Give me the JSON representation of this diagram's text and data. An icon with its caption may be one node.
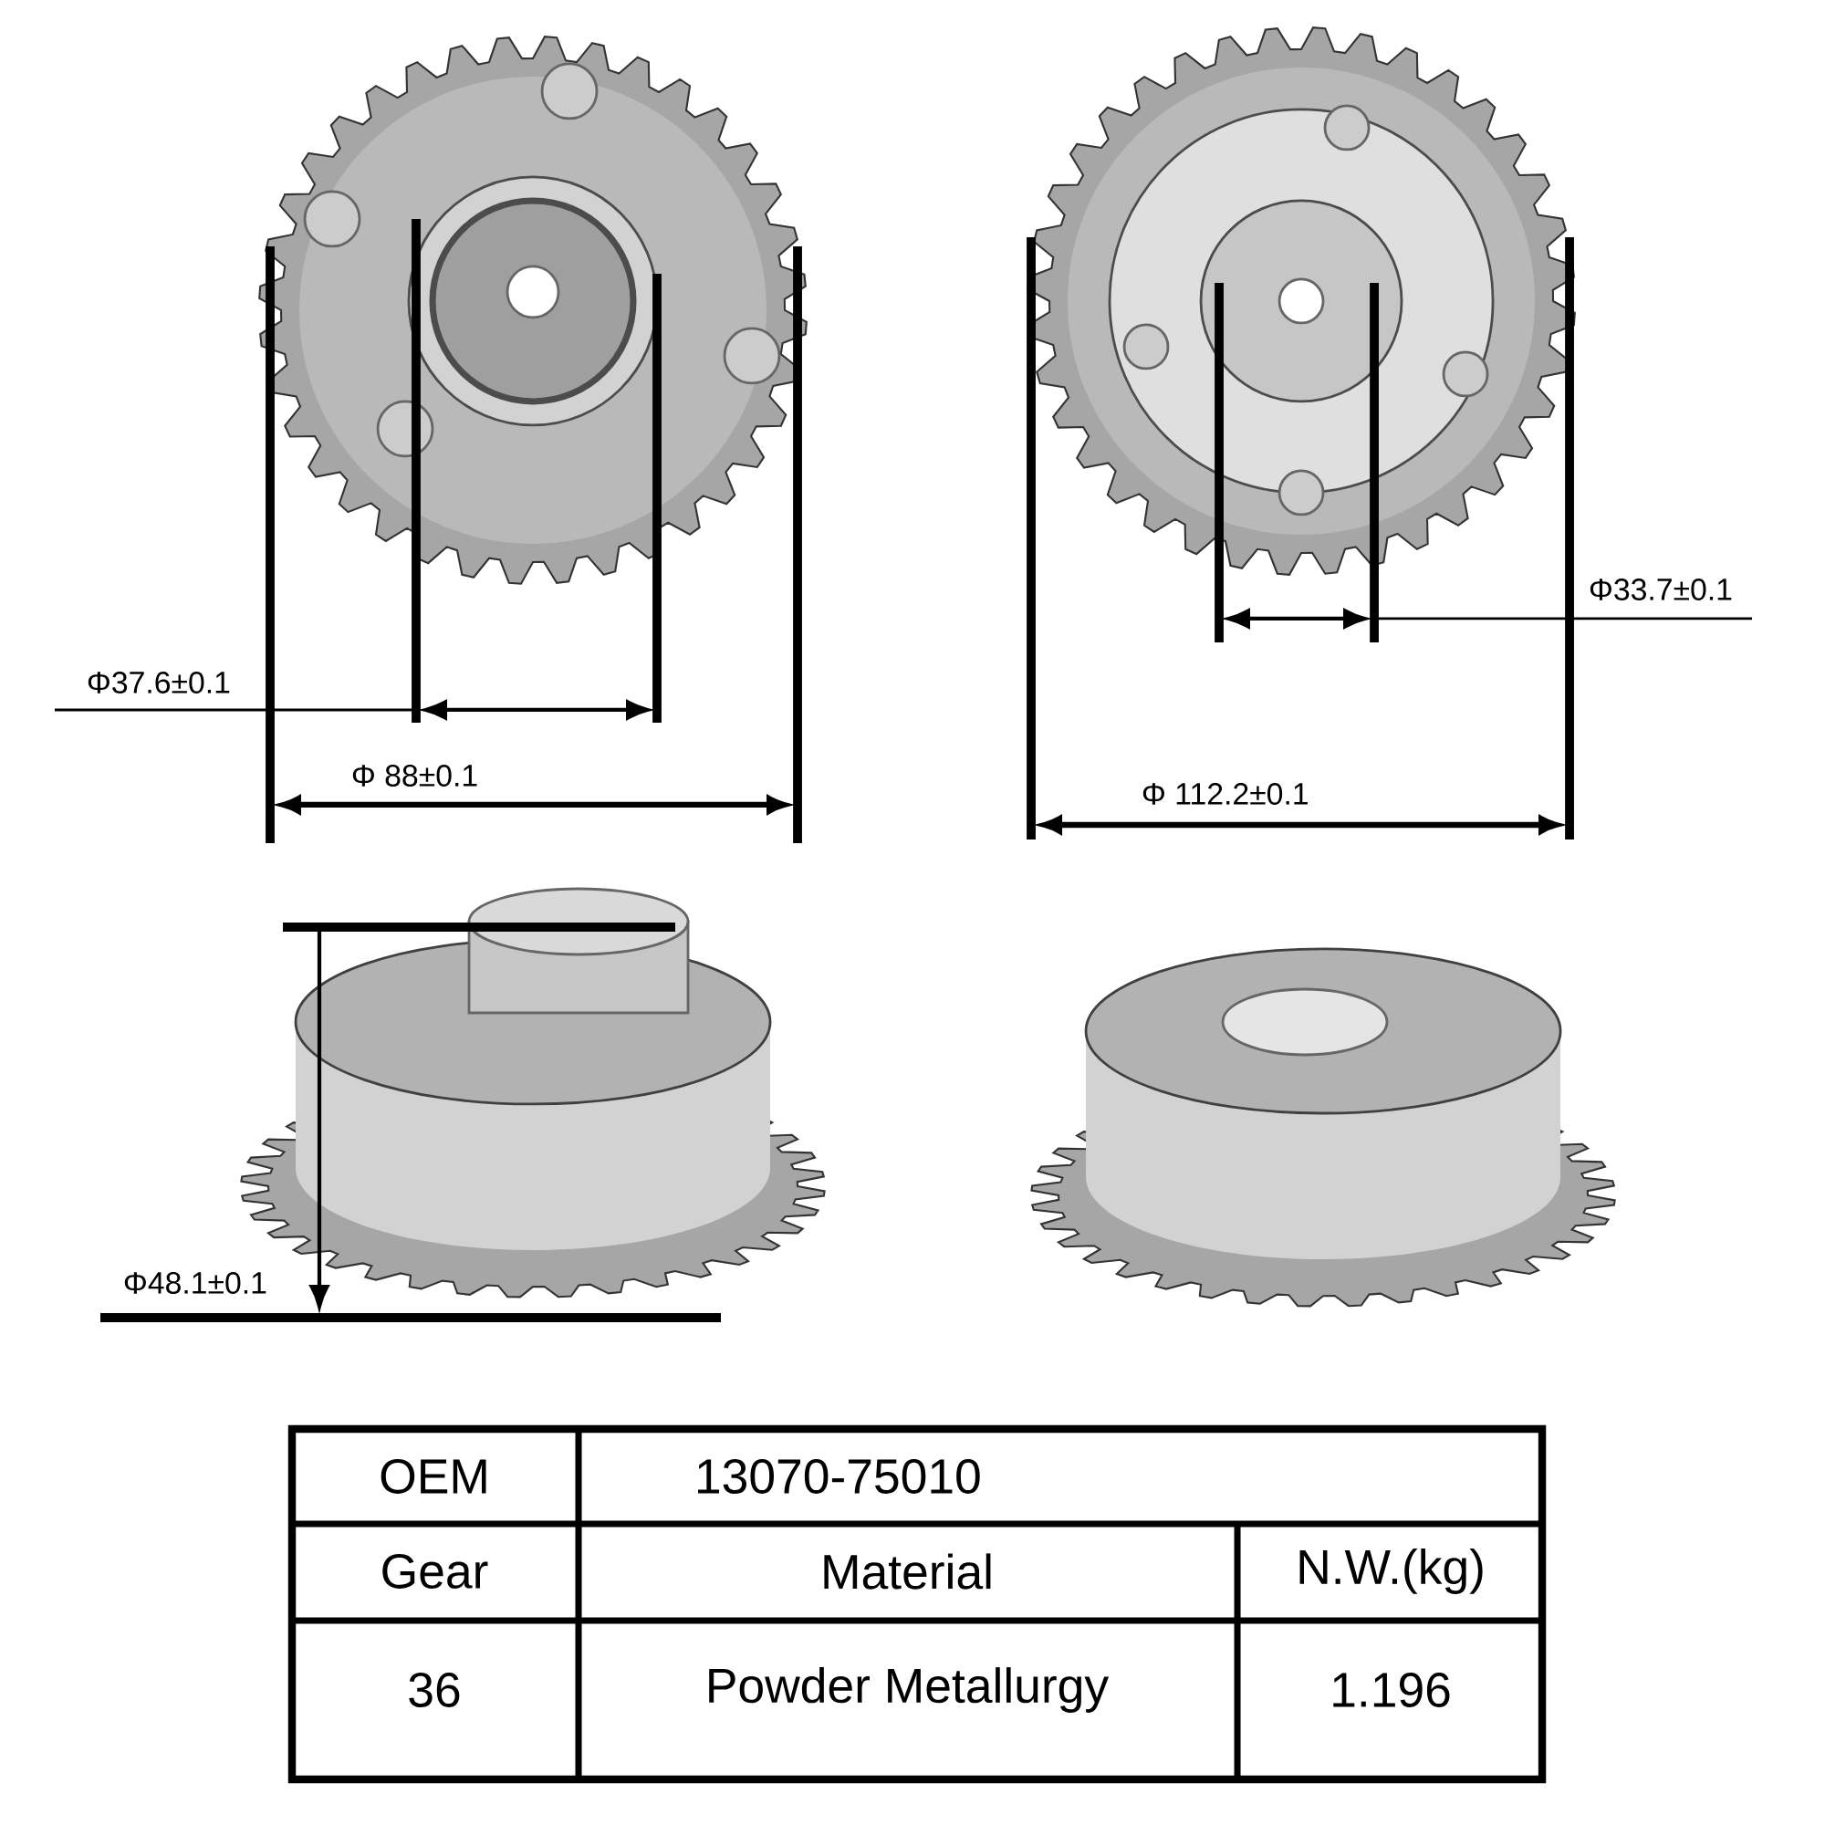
{
  "diagram": {
    "labels": [
      "Φ37.6±0.1",
      "Φ 88±0.1",
      "Φ33.7±0.1",
      "Φ 112.2±0.1",
      "Φ48.1±0.1",
      "OEM",
      "13070-75010",
      "Gear",
      "Material",
      "N.W.(kg)",
      "36",
      "Powder Metallurgy",
      "1.196"
    ]
  }
}
